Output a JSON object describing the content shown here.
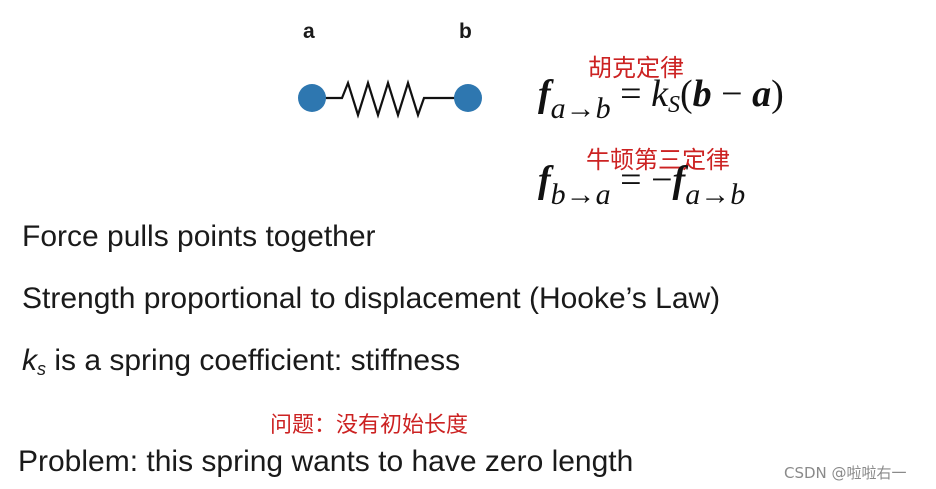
{
  "diagram": {
    "node_a_label": "a",
    "node_b_label": "b",
    "node_color": "#2e77b0"
  },
  "annotations": {
    "hooke_law_cn": "胡克定律",
    "newton_third_cn": "牛顿第三定律",
    "problem_cn": "问题：没有初始长度",
    "color": "#cc2222"
  },
  "equations": {
    "eq1": {
      "lhs_symbol": "f",
      "lhs_sub": "a→b",
      "equals": "=",
      "k": "k",
      "k_sub": "S",
      "rhs_open": "(",
      "b": "b",
      "minus": "−",
      "a": "a",
      "rhs_close": ")"
    },
    "eq2": {
      "lhs_symbol": "f",
      "lhs_sub": "b→a",
      "equals": "=",
      "minus": "−",
      "rhs_symbol": "f",
      "rhs_sub": "a→b"
    }
  },
  "bullets": {
    "line1": "Force pulls points together",
    "line2": "Strength proportional to displacement (Hooke’s Law)",
    "line3_k": "k",
    "line3_sub": "s",
    "line3_rest": " is a spring coefficient: stiffness",
    "line4": "Problem: this spring wants to have zero length"
  },
  "watermark": "CSDN @啦啦右一"
}
